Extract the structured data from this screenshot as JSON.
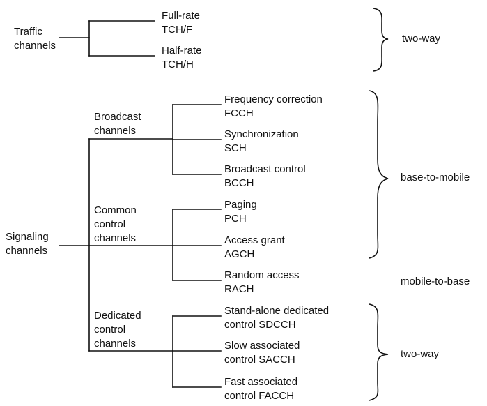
{
  "traffic": {
    "root": [
      "Traffic",
      "channels"
    ],
    "leaves": [
      {
        "line1": "Full-rate",
        "line2": "TCH/F"
      },
      {
        "line1": "Half-rate",
        "line2": "TCH/H"
      }
    ],
    "direction": "two-way"
  },
  "signaling": {
    "root": [
      "Signaling",
      "channels"
    ],
    "groups": [
      {
        "label": [
          "Broadcast",
          "channels"
        ]
      },
      {
        "label": [
          "Common",
          "control",
          "channels"
        ]
      },
      {
        "label": [
          "Dedicated",
          "control",
          "channels"
        ]
      }
    ],
    "leaves": [
      {
        "line1": "Frequency correction",
        "line2": "FCCH"
      },
      {
        "line1": "Synchronization",
        "line2": "SCH"
      },
      {
        "line1": "Broadcast control",
        "line2": "BCCH"
      },
      {
        "line1": "Paging",
        "line2": "PCH"
      },
      {
        "line1": "Access grant",
        "line2": "AGCH"
      },
      {
        "line1": "Random access",
        "line2": "RACH"
      },
      {
        "line1": "Stand-alone dedicated",
        "line2": "control SDCCH"
      },
      {
        "line1": "Slow associated",
        "line2": "control SACCH"
      },
      {
        "line1": "Fast associated",
        "line2": "control FACCH"
      }
    ],
    "directions": [
      "base-to-mobile",
      "mobile-to-base",
      "two-way"
    ]
  }
}
